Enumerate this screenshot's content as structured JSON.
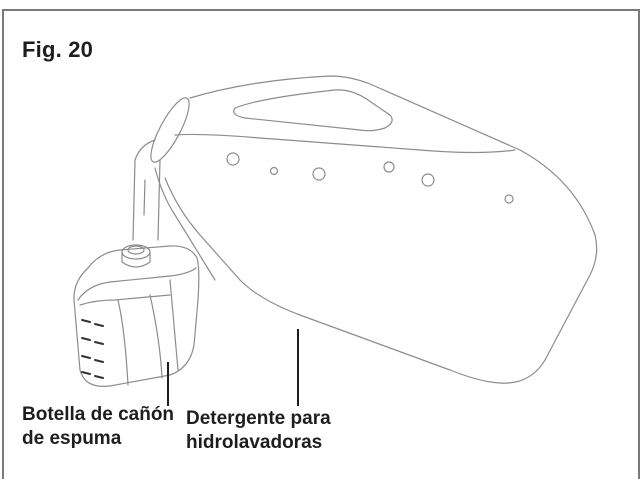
{
  "figure": {
    "title": "Fig. 20",
    "labels": {
      "foam_bottle_line1": "Botella de cañón",
      "foam_bottle_line2": "de espuma",
      "detergent_line1": "Detergente para",
      "detergent_line2": "hidrolavadoras"
    }
  },
  "colors": {
    "frame": "#7a7a7a",
    "text": "#1e1e1e",
    "line_art": "#8c8c8c"
  }
}
